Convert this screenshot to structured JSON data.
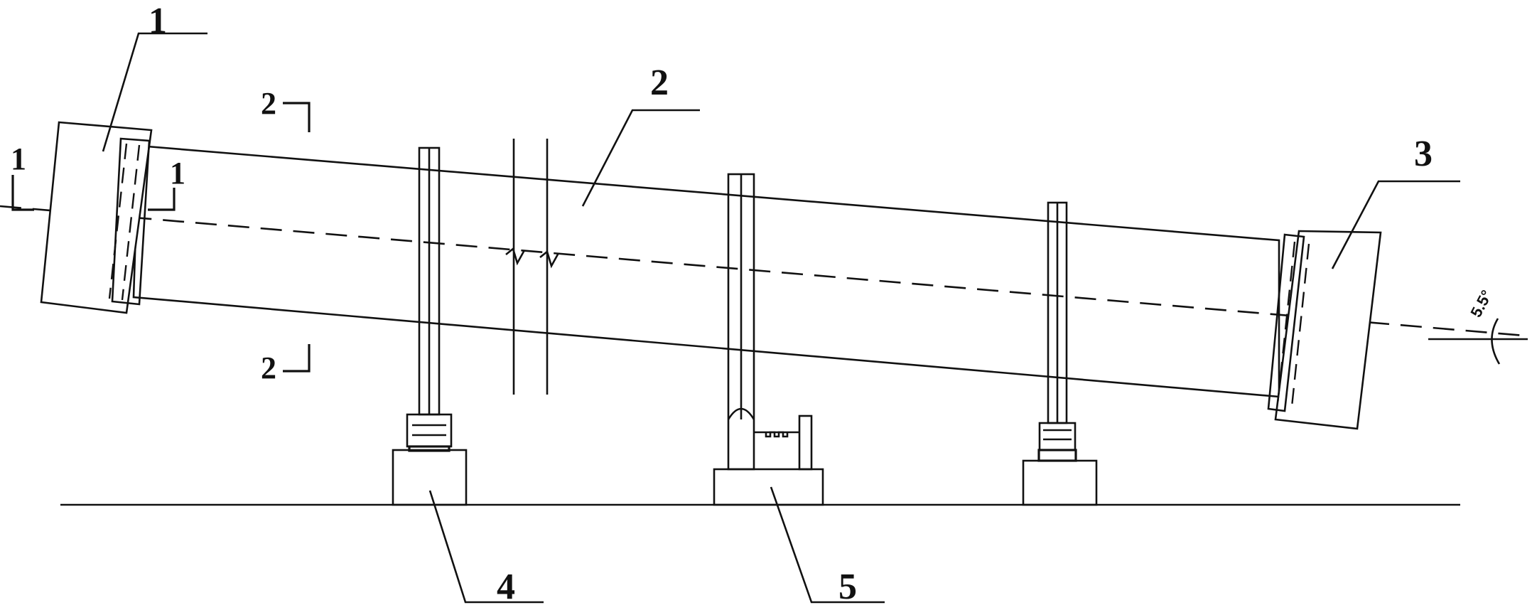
{
  "parts": [
    {
      "id": "1",
      "label": "1"
    },
    {
      "id": "2",
      "label": "2"
    },
    {
      "id": "3",
      "label": "3"
    },
    {
      "id": "4",
      "label": "4"
    },
    {
      "id": "5",
      "label": "5"
    }
  ],
  "sections": {
    "section_1_left": "1",
    "section_1_right": "1",
    "section_2_top": "2",
    "section_2_bottom": "2"
  },
  "inclination_angle": "5.5°"
}
